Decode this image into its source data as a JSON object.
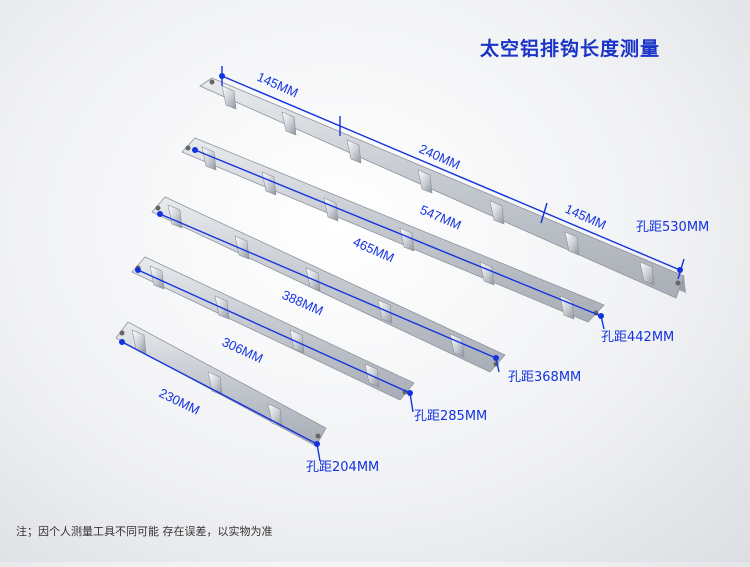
{
  "title": "太空铝排钩长度测量",
  "footnote": "注；因个人测量工具不同可能 存在误差，以实物为准",
  "colors": {
    "measure": "#1433e0",
    "metal": "#c9cdd3"
  },
  "hooks": [
    {
      "name": "rack-1",
      "length_label": "547MM",
      "hole_label": "孔距530MM",
      "segments": [
        "145MM",
        "240MM",
        "145MM"
      ]
    },
    {
      "name": "rack-2",
      "length_label": "465MM",
      "hole_label": "孔距442MM"
    },
    {
      "name": "rack-3",
      "length_label": "388MM",
      "hole_label": "孔距368MM"
    },
    {
      "name": "rack-4",
      "length_label": "306MM",
      "hole_label": "孔距285MM"
    },
    {
      "name": "rack-5",
      "length_label": "230MM",
      "hole_label": "孔距204MM"
    }
  ]
}
